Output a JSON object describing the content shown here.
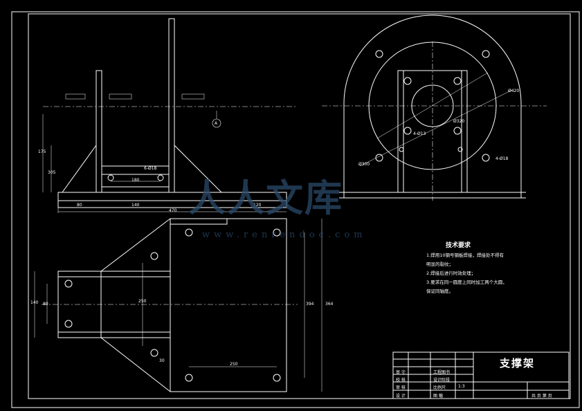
{
  "watermark": {
    "main": "人人文库",
    "url": "www.renrendoc.com"
  },
  "tech_requirements": {
    "title": "技术要求",
    "lines": [
      "1.焊用10钢号钢板焊接，焊接处不得有",
      "明显的裂纹；",
      "2.焊接后进行时效处理；",
      "3.要求在同一圆度上同时加工两个大圆，",
      "保证同轴度。"
    ]
  },
  "title_block": {
    "part_name": "支撑架",
    "rows": [
      {
        "label": "审  守",
        "value": "工程图书"
      },
      {
        "label": "校  核",
        "value": "设计阶段"
      },
      {
        "label": "审  核",
        "value": "比例尺",
        "extra": "1:3"
      },
      {
        "label": "设  计",
        "value": "图  幅"
      }
    ],
    "sheet": "共  页  第  页"
  },
  "dimensions": {
    "front_bottom": "470",
    "front_left": "80",
    "front_mid": "140",
    "front_right": "120",
    "front_inner": "180",
    "front_height": "175",
    "front_height2": "305",
    "front_hole": "6-Ø18",
    "top_left": "140",
    "top_left_inner": "80",
    "top_center": "250",
    "top_right": "394",
    "top_right2": "364",
    "top_bottom": "250",
    "top_hole": "30",
    "side_hole_a": "4-Ø13",
    "side_hole_b": "4-Ø18",
    "side_d1": "Ø420",
    "side_d2": "Ø300",
    "side_d3": "Ø320",
    "datum_a": "A"
  },
  "colors": {
    "line": "#ffffff",
    "background": "#000000",
    "watermark": "#2a4a6a"
  }
}
